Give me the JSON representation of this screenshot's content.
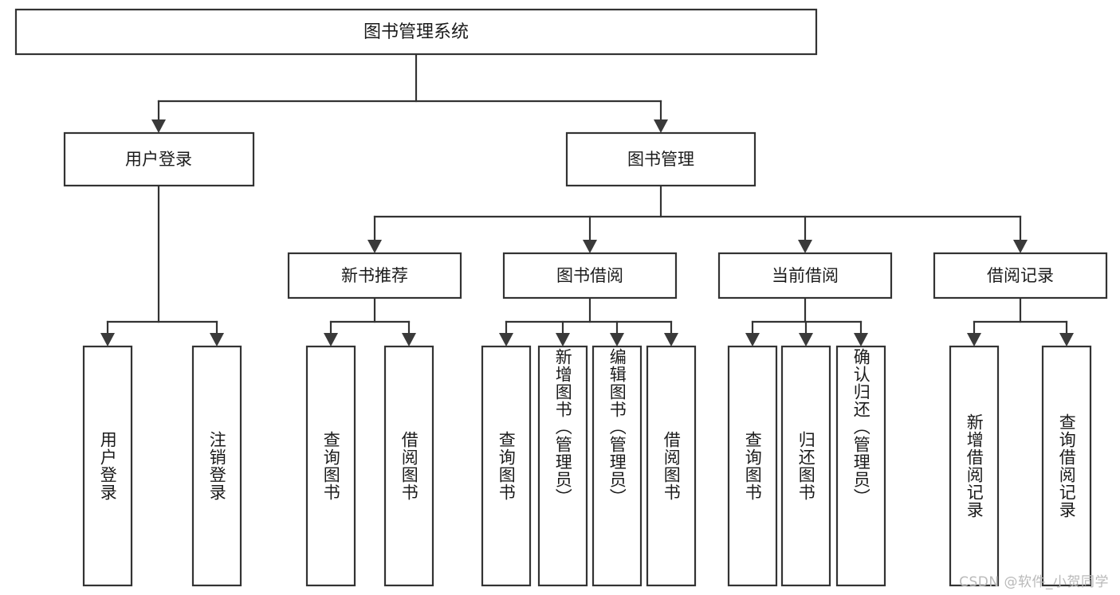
{
  "diagram": {
    "title": "图书管理系统",
    "type": "tree",
    "orientation": "top-down",
    "colors": {
      "box_fill": "#ffffff",
      "box_stroke": "#333333",
      "text": "#1b1b1b",
      "arrow": "#3a3a3a",
      "background": "#ffffff",
      "watermark": "#b9b9b9"
    },
    "root": {
      "label": "图书管理系统",
      "children": [
        {
          "label": "用户登录",
          "children": [
            {
              "label": "用户登录"
            },
            {
              "label": "注销登录"
            }
          ]
        },
        {
          "label": "图书管理",
          "children": [
            {
              "label": "新书推荐",
              "children": [
                {
                  "label": "查询图书"
                },
                {
                  "label": "借阅图书"
                }
              ]
            },
            {
              "label": "图书借阅",
              "children": [
                {
                  "label": "查询图书"
                },
                {
                  "label": "新增图书（管理员）"
                },
                {
                  "label": "编辑图书（管理员）"
                },
                {
                  "label": "借阅图书"
                }
              ]
            },
            {
              "label": "当前借阅",
              "children": [
                {
                  "label": "查询图书"
                },
                {
                  "label": "归还图书"
                },
                {
                  "label": "确认归还（管理员）"
                }
              ]
            },
            {
              "label": "借阅记录",
              "children": [
                {
                  "label": "新增借阅记录"
                },
                {
                  "label": "查询借阅记录"
                }
              ]
            }
          ]
        }
      ]
    }
  },
  "nodes": {
    "root": "图书管理系统",
    "level2": {
      "user_login": "用户登录",
      "book_manage": "图书管理"
    },
    "level3": {
      "new_book_recommend": "新书推荐",
      "book_borrow": "图书借阅",
      "current_borrow": "当前借阅",
      "borrow_record": "借阅记录"
    },
    "leaves": {
      "user_login_1": "用户登录",
      "user_login_2": "注销登录",
      "recommend_1": "查询图书",
      "recommend_2": "借阅图书",
      "borrow_1": "查询图书",
      "borrow_2": "新增图书（管理员）",
      "borrow_3": "编辑图书（管理员）",
      "borrow_4": "借阅图书",
      "current_1": "查询图书",
      "current_2": "归还图书",
      "current_3": "确认归还（管理员）",
      "record_1": "新增借阅记录",
      "record_2": "查询借阅记录"
    }
  },
  "watermark": {
    "text": "CSDN @软件_小贺同学"
  }
}
